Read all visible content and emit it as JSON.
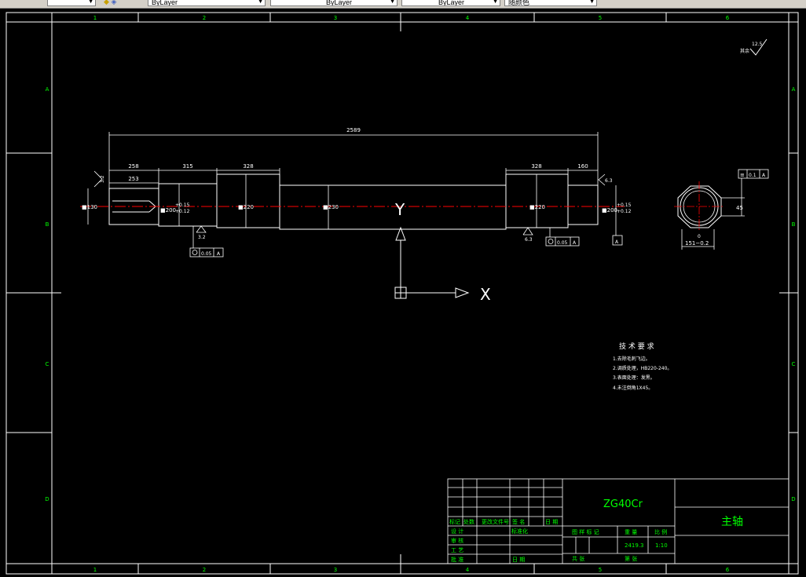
{
  "toolbar": {
    "linetype1": "ByLayer",
    "linetype2": "ByLayer",
    "linetype3": "ByLayer",
    "color_select": "随颜色"
  },
  "border": {
    "col_numbers": [
      "1",
      "2",
      "3",
      "4",
      "5",
      "6",
      "1",
      "2",
      "3",
      "4",
      "5",
      "6"
    ],
    "row_letters": [
      "A",
      "B",
      "C",
      "D"
    ]
  },
  "roughness_corner": {
    "value": "12.5",
    "label": "其余"
  },
  "dims": {
    "total": "2589",
    "d258": "258",
    "d253": "253",
    "d315": "315",
    "d328a": "328",
    "d328b": "328",
    "d160": "160",
    "phi130": "■130",
    "phi200a": "■200",
    "tol_a_up": "+0.15",
    "tol_a_low": "+0.12",
    "phi220a": "■220",
    "phi230": "■230",
    "phi220b": "■220",
    "phi200b": "■200",
    "tol_b_up": "+0.15",
    "tol_b_low": "+0.12",
    "rough_left": "3.2",
    "rough_mid1": "3.2",
    "rough_mid2": "6.3",
    "rough_right": "6.3",
    "tolbox_left": "0.05",
    "tolbox_left_ref": "A",
    "tolbox_right": "0.05",
    "tolbox_right_ref": "A",
    "datum": "A"
  },
  "section": {
    "dim_h": "45",
    "dim_w": "151−0.2",
    "dim_w_top": "0",
    "sym_tol": "0.1",
    "sym_ref": "A"
  },
  "ucs": {
    "x": "X",
    "y": "Y"
  },
  "tech_requirements": {
    "title": "技 术 要 求",
    "items": [
      "1.去除毛刺飞边。",
      "2.调质处理，HB220-240。",
      "3.表面处理：发黑。",
      "4.未注倒角1X45。"
    ]
  },
  "title_block": {
    "material": "ZG40Cr",
    "part_name": "主轴",
    "hdr_mark": "标记",
    "hdr_count": "处数",
    "hdr_doc": "更改文件号",
    "hdr_sign": "签 名",
    "hdr_date": "日 期",
    "r_design": "设 计",
    "r_design_std": "标准化",
    "r_review": "审 核",
    "r_process": "工 艺",
    "r_approve": "批 准",
    "r_date": "日 期",
    "stage_mark": "图 样 标 记",
    "weight": "重 量",
    "scale": "比 例",
    "weight_val": "2419.3",
    "scale_val": "1:10",
    "sheets": "共  张",
    "sheet_no": "第  张"
  }
}
